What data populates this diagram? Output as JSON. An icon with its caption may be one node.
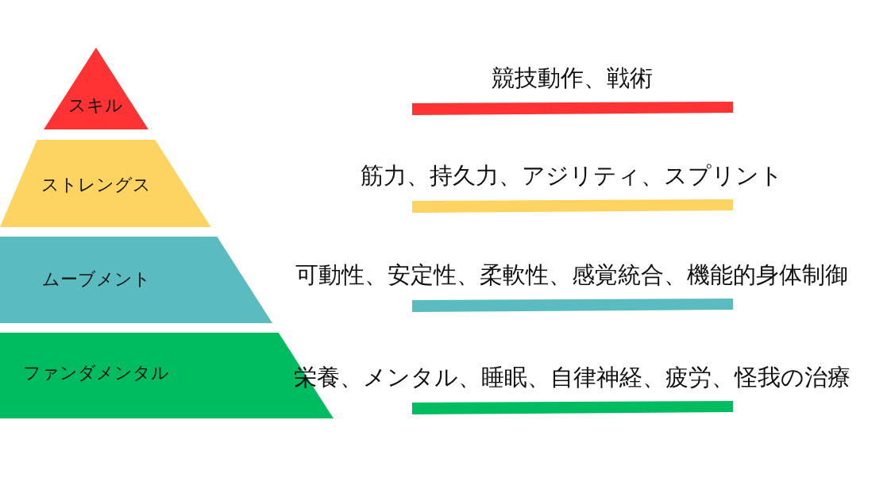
{
  "diagram": {
    "nodes": [
      {
        "text": [
          "スキル"
        ]
      },
      {
        "text": [
          "ストレングス"
        ]
      },
      {
        "text": [
          "ムーブメント"
        ]
      },
      {
        "text": [
          "ファンダメンタル"
        ]
      },
      {
        "text": [
          "競技動作、戦術"
        ]
      },
      {
        "text": [
          "筋力、持久力、アジリティ、スプリント"
        ]
      },
      {
        "text": [
          "可動性、安定性、柔軟性、感覚統合、機能的身体制御"
        ]
      },
      {
        "text": [
          "栄養、メンタル、睡眠、自律神経、疲労、怪我の治療"
        ]
      }
    ]
  }
}
